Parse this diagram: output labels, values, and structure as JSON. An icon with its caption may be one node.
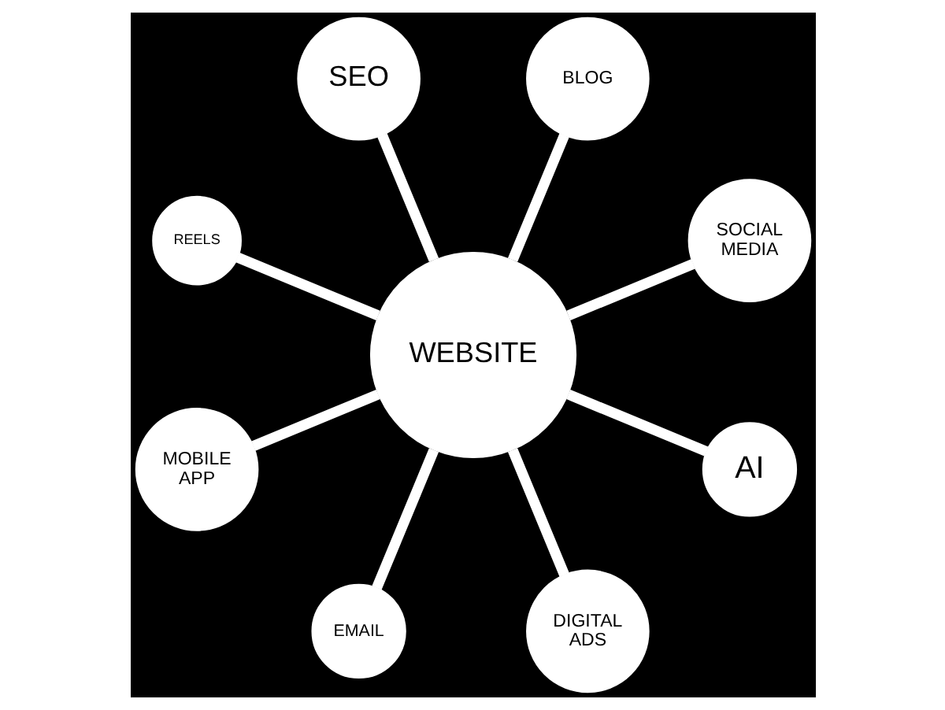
{
  "diagram": {
    "nodes": [
      {
        "text": [
          "WEBSITE"
        ]
      },
      {
        "text": [
          "SOCIAL MEDIA"
        ]
      },
      {
        "text": [
          "BLOG"
        ]
      },
      {
        "text": [
          "SEO"
        ]
      },
      {
        "text": [
          "REELS"
        ]
      },
      {
        "text": [
          "MOBILE APP"
        ]
      },
      {
        "text": [
          "EMAIL"
        ]
      },
      {
        "text": [
          "DIGITAL ADS"
        ]
      },
      {
        "text": [
          "AI"
        ]
      }
    ],
    "edges": [
      {
        "from": 0,
        "to": 1,
        "arrow": "none"
      },
      {
        "from": 0,
        "to": 2,
        "arrow": "none"
      },
      {
        "from": 0,
        "to": 3,
        "arrow": "none"
      },
      {
        "from": 0,
        "to": 4,
        "arrow": "none"
      },
      {
        "from": 0,
        "to": 5,
        "arrow": "none"
      },
      {
        "from": 0,
        "to": 6,
        "arrow": "none"
      },
      {
        "from": 0,
        "to": 7,
        "arrow": "none"
      },
      {
        "from": 0,
        "to": 8,
        "arrow": "none"
      }
    ]
  }
}
